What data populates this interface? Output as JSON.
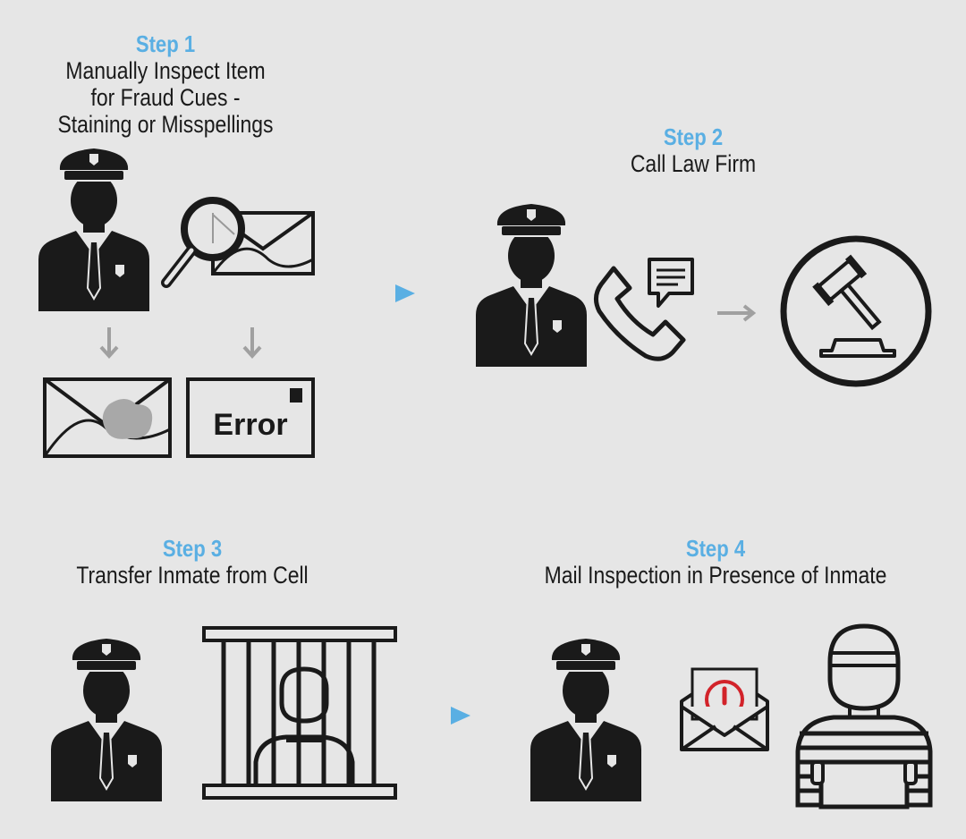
{
  "steps": [
    {
      "label": "Step 1",
      "text": "Manually Inspect Item\nfor Fraud Cues -\nStaining or Misspellings"
    },
    {
      "label": "Step 2",
      "text": "Call Law Firm"
    },
    {
      "label": "Step 3",
      "text": "Transfer Inmate from Cell"
    },
    {
      "label": "Step 4",
      "text": "Mail Inspection in Presence of Inmate"
    }
  ],
  "error_letter_text": "Error",
  "colors": {
    "background": "#e6e6e6",
    "step_label": "#5aafe3",
    "icon": "#1a1a1a",
    "arrow_gray": "#a0a0a0",
    "alert_red": "#d2232a"
  }
}
